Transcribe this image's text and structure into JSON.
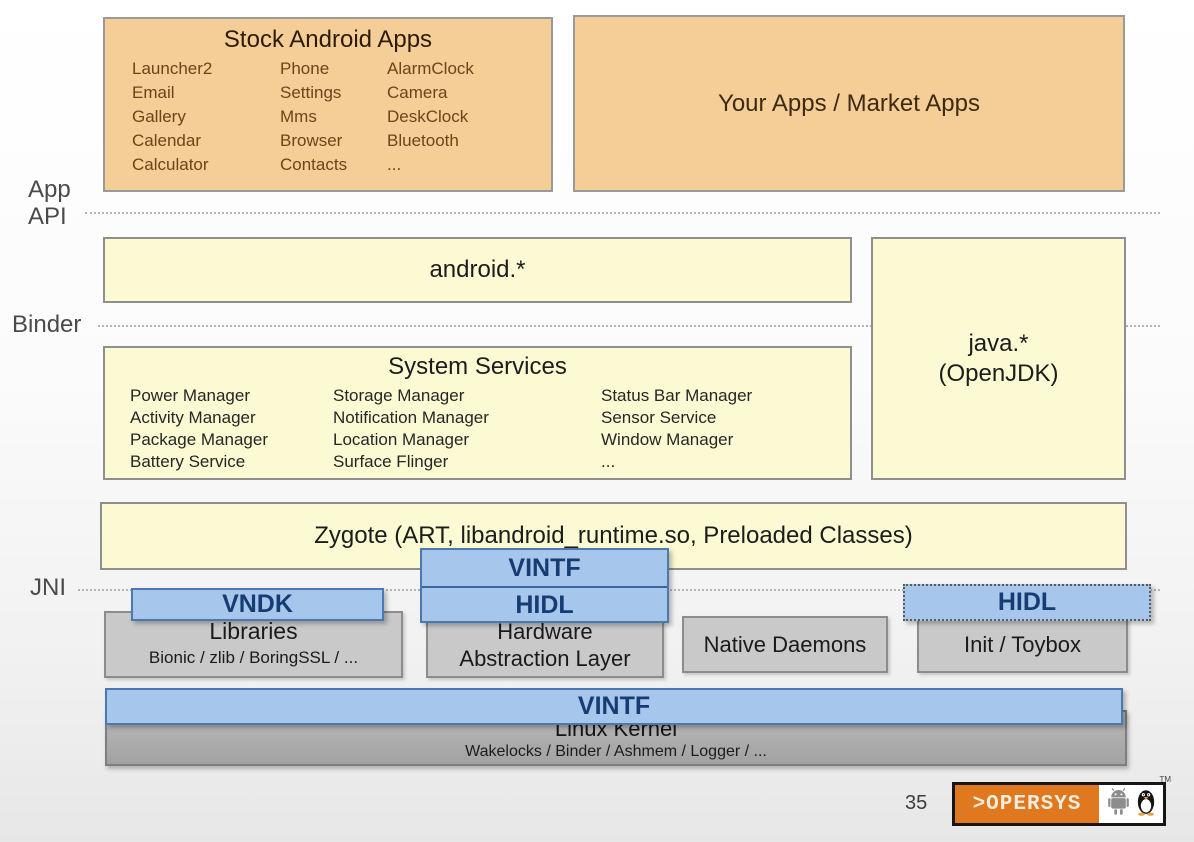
{
  "layer_labels": {
    "app_api": "App\nAPI",
    "binder": "Binder",
    "jni": "JNI"
  },
  "boxes": {
    "stock_apps": {
      "title": "Stock Android Apps",
      "columns": [
        {
          "items": [
            "Launcher2",
            "Email",
            "Gallery",
            "Calendar",
            "Calculator"
          ]
        },
        {
          "items": [
            "Phone",
            "Settings",
            "Mms",
            "Browser",
            "Contacts"
          ]
        },
        {
          "items": [
            "AlarmClock",
            "Camera",
            "DeskClock",
            "Bluetooth",
            "..."
          ]
        }
      ]
    },
    "your_apps": {
      "title": "Your Apps / Market Apps"
    },
    "android_api": {
      "title": "android.*"
    },
    "java_api": {
      "title": "java.*\n(OpenJDK)"
    },
    "system_services": {
      "title": "System Services",
      "columns": [
        {
          "items": [
            "Power Manager",
            "Activity Manager",
            "Package Manager",
            "Battery Service"
          ]
        },
        {
          "items": [
            "Storage Manager",
            "Notification Manager",
            "Location Manager",
            "Surface Flinger"
          ]
        },
        {
          "items": [
            "Status Bar Manager",
            "Sensor Service",
            "Window Manager",
            "..."
          ]
        }
      ]
    },
    "zygote": {
      "title": "Zygote (ART, libandroid_runtime.so, Preloaded Classes)"
    },
    "vintf_mid": {
      "label": "VINTF"
    },
    "hidl_mid": {
      "label": "HIDL"
    },
    "vndk": {
      "label": "VNDK"
    },
    "hidl_right": {
      "label": "HIDL"
    },
    "libraries": {
      "title": "Libraries",
      "subtitle": "Bionic / zlib / BoringSSL / ..."
    },
    "hal": {
      "title": "Hardware\nAbstraction Layer"
    },
    "native_daemons": {
      "title": "Native Daemons"
    },
    "init_toybox": {
      "title": "Init / Toybox"
    },
    "vintf_bar": {
      "label": "VINTF"
    },
    "kernel": {
      "title": "Linux Kernel",
      "subtitle": "Wakelocks / Binder / Ashmem / Logger / ..."
    }
  },
  "footer": {
    "page_number": "35",
    "logo_text": ">OPERSYS",
    "logo_tm": "TM"
  },
  "colors": {
    "apps_fill": "#f5ce97",
    "api_fill": "#fbfad3",
    "blue_fill": "#a6c6ec",
    "blue_text": "#173c74",
    "gray_fill": "#c9c9c9",
    "kernel_fill": "#ababab",
    "logo_orange": "#e0781f"
  }
}
